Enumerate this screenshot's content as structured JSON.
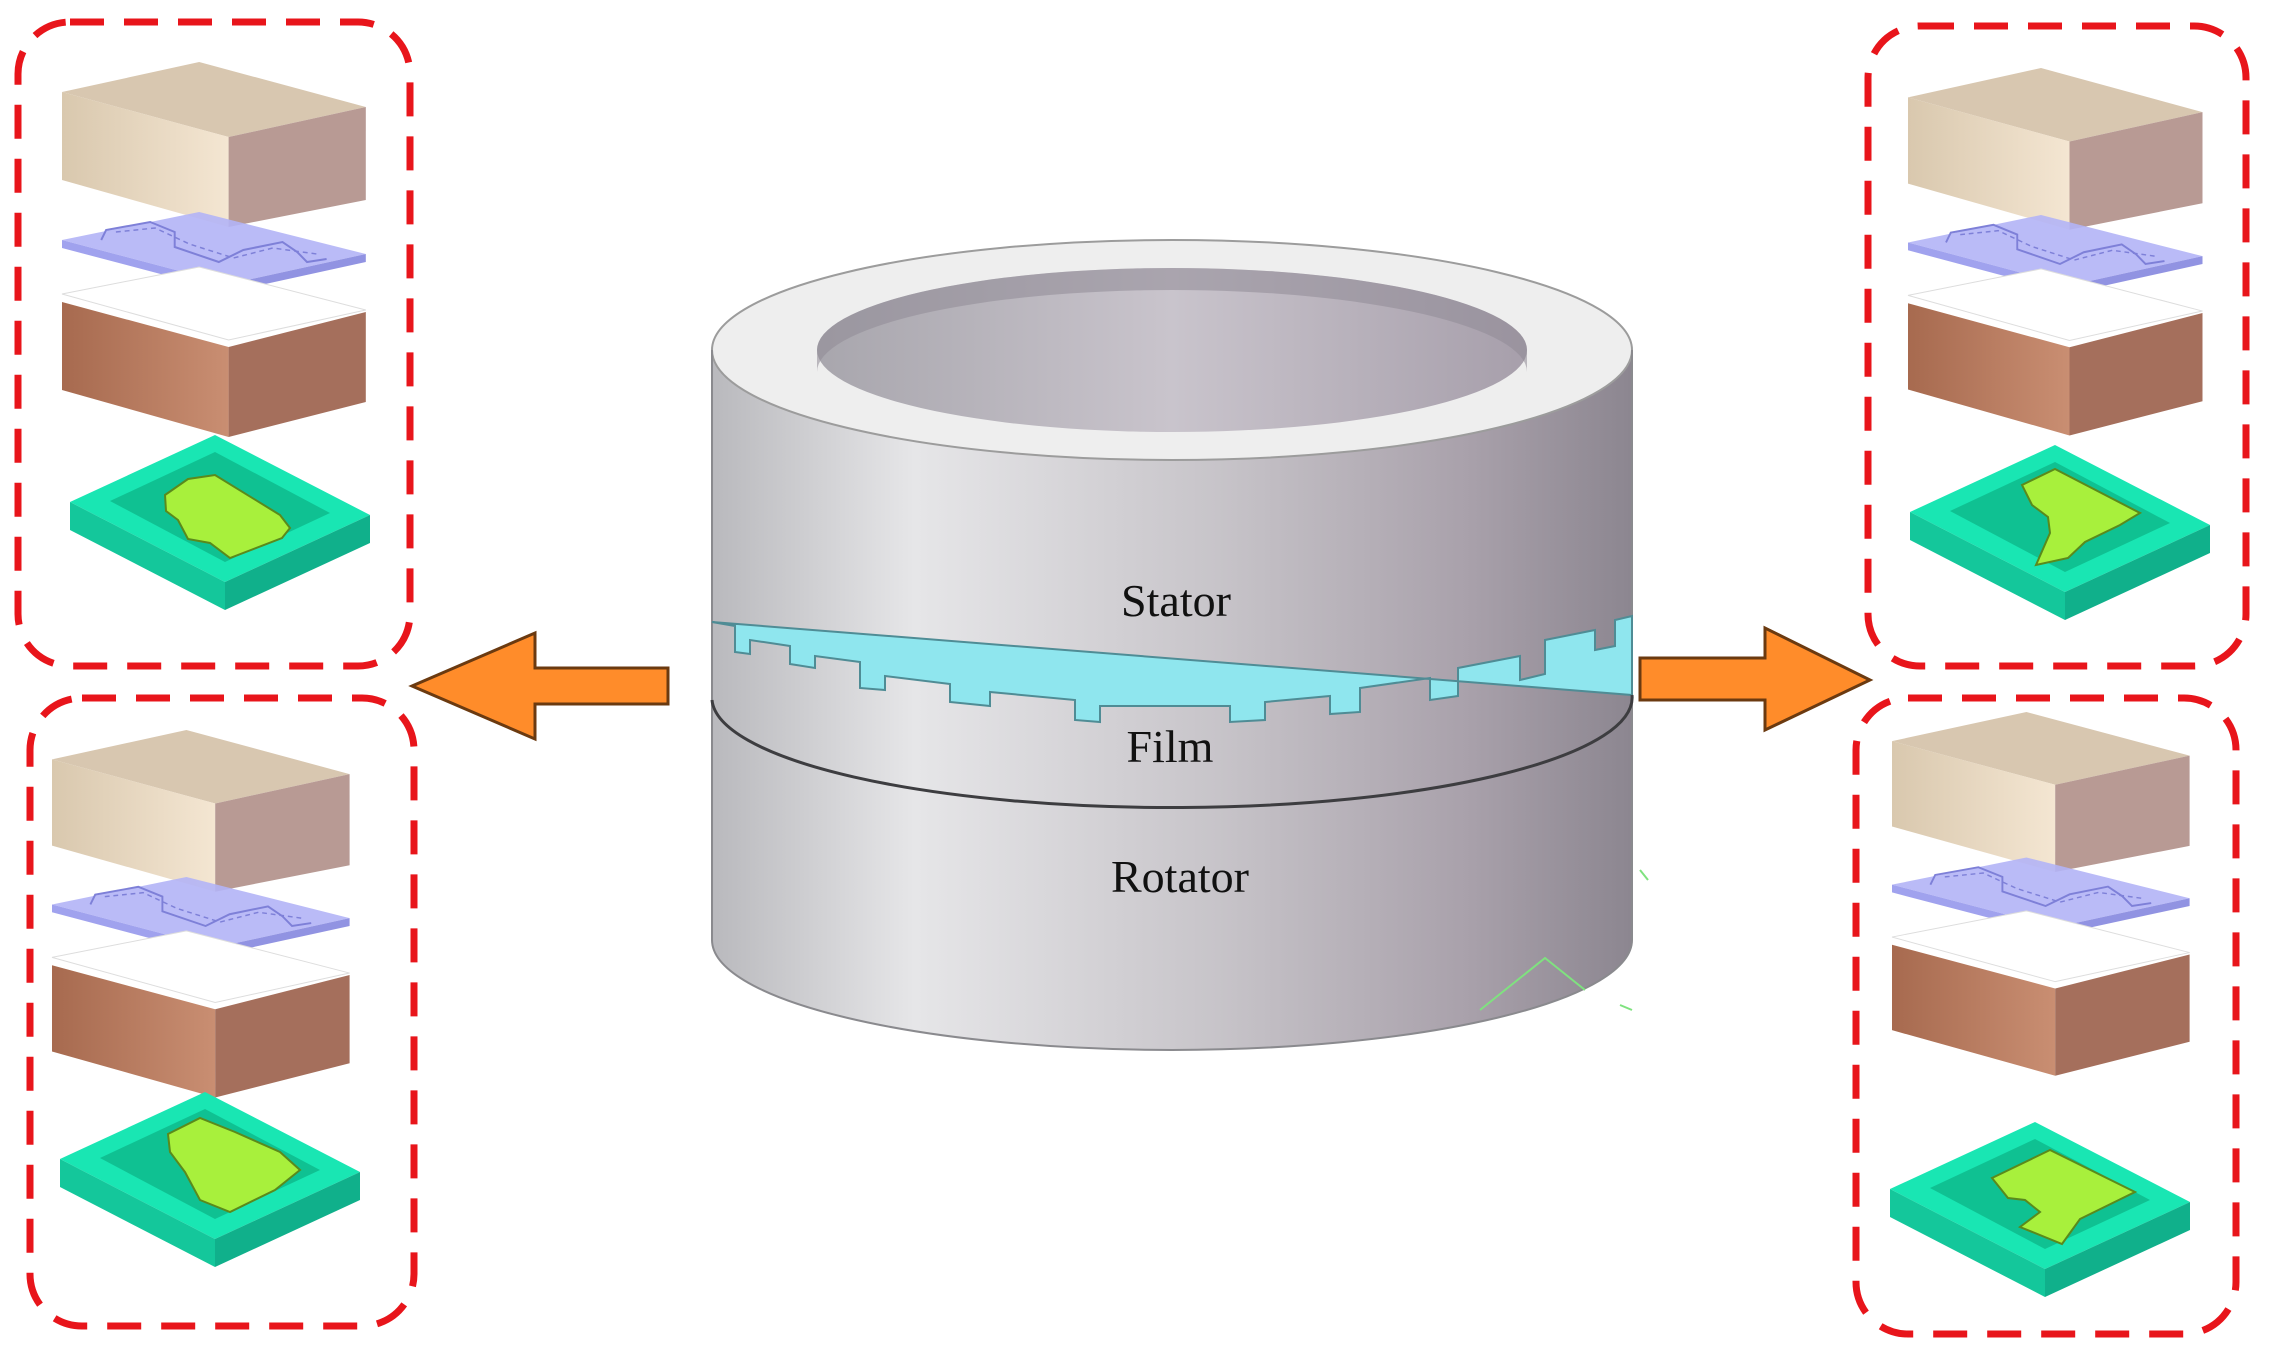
{
  "labels": {
    "stator": "Stator",
    "film": "Film",
    "rotator": "Rotator"
  },
  "colors": {
    "dashed_border": "#e8151b",
    "arrow_fill": "#ff8c2a",
    "arrow_stroke": "#6b3a10",
    "film": "#8fe6ee",
    "cylinder": "#c9c9cc",
    "slab_top": "#d8c7b0",
    "plate_blue": "#b3b4f6",
    "base_copper": "#b77a5e",
    "cell_frame": "#17e6b4",
    "cell_pocket": "#a8f03c"
  }
}
